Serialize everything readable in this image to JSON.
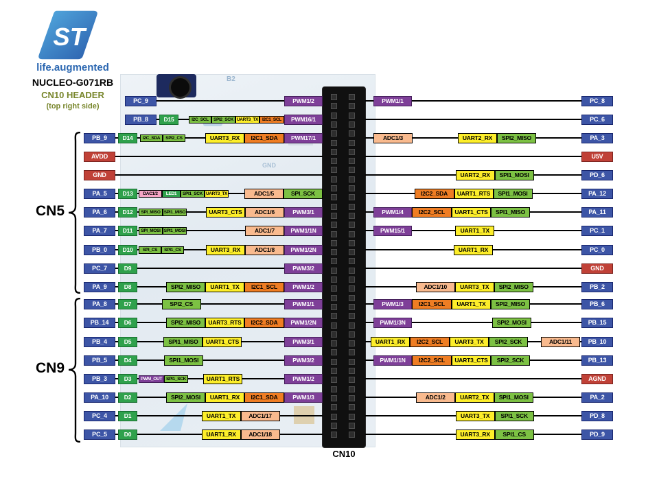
{
  "branding": {
    "st_logo": "ST",
    "tagline": "life.augmented"
  },
  "titles": {
    "board": "NUCLEO-G071RB",
    "header": "CN10 HEADER",
    "subtitle": "(top right side)"
  },
  "connectors": {
    "cn5": "CN5",
    "cn9": "CN9",
    "cn10": "CN10"
  },
  "board_silkscreen": {
    "b2": "B2",
    "gnd": "GND"
  },
  "colors": {
    "pin_blue": "#3d55a6",
    "arduino_green": "#2fa14c",
    "power_red": "#c04137",
    "pwm_purple": "#7e3f98",
    "adc_peach": "#f9ba8e",
    "uart_yellow": "#fdee2a",
    "spi_green": "#7cc143",
    "i2c_orange": "#ef7d23",
    "dac_pink": "#f7a6c6"
  },
  "rows": [
    {
      "l": [
        {
          "t": "PC_9",
          "c": "pin"
        },
        {
          "f": 1
        },
        {
          "t": "PWM1/2",
          "c": "pwm"
        }
      ],
      "r": [
        {
          "w": 12
        },
        {
          "t": "PWM1/1",
          "c": "pwm"
        },
        {
          "f": 1
        },
        {
          "t": "PC_8",
          "c": "pin"
        }
      ]
    },
    {
      "l": [
        {
          "t": "PB_8",
          "c": "pin"
        },
        {
          "w": 4
        },
        {
          "t": "D15",
          "c": "dpin"
        },
        {
          "f": 1
        },
        {
          "t": "I2C_SCL",
          "c": "spi",
          "s": 1,
          "wd": 33
        },
        {
          "t": "SPI2_SCK",
          "c": "spi",
          "s": 1,
          "wd": 35
        },
        {
          "t": "UART3_TX",
          "c": "uart",
          "s": 1,
          "wd": 35
        },
        {
          "t": "I2C1_SCL",
          "c": "i2c",
          "s": 1,
          "wd": 36
        },
        {
          "t": "PWM16/1",
          "c": "pwm"
        }
      ],
      "r": [
        {
          "f": 1
        },
        {
          "t": "PC_6",
          "c": "pin"
        }
      ]
    },
    {
      "l": [
        {
          "t": "PB_9",
          "c": "pin"
        },
        {
          "w": 4
        },
        {
          "t": "D14",
          "c": "dpin"
        },
        {
          "w": 4
        },
        {
          "t": "I2C_SDA",
          "c": "spi",
          "s": 1,
          "wd": 33
        },
        {
          "t": "SPI2_CS",
          "c": "spi",
          "s": 1,
          "wd": 33
        },
        {
          "f": 1
        },
        {
          "t": "UART3_RX",
          "c": "uart"
        },
        {
          "t": "I2C1_SDA",
          "c": "i2c"
        },
        {
          "t": "PWM17/1",
          "c": "pwm"
        }
      ],
      "r": [
        {
          "w": 12
        },
        {
          "t": "ADC1/3",
          "c": "adc"
        },
        {
          "f": 1
        },
        {
          "t": "UART2_RX",
          "c": "uart"
        },
        {
          "t": "SPI2_MISO",
          "c": "spi"
        },
        {
          "f": 1
        },
        {
          "t": "PA_3",
          "c": "pin"
        }
      ]
    },
    {
      "l": [
        {
          "t": "AVDD",
          "c": "pwr"
        },
        {
          "f": 1
        }
      ],
      "r": [
        {
          "f": 1
        },
        {
          "t": "U5V",
          "c": "pwr"
        }
      ]
    },
    {
      "l": [
        {
          "t": "GND",
          "c": "pwr"
        },
        {
          "f": 1
        }
      ],
      "r": [
        {
          "f": 1.9
        },
        {
          "t": "UART2_RX",
          "c": "uart"
        },
        {
          "t": "SPI1_MOSI",
          "c": "spi"
        },
        {
          "f": 1
        },
        {
          "t": "PD_6",
          "c": "pin"
        }
      ]
    },
    {
      "l": [
        {
          "t": "PA_5",
          "c": "pin"
        },
        {
          "w": 4
        },
        {
          "t": "D13",
          "c": "dpin"
        },
        {
          "w": 2
        },
        {
          "t": "DAC1/2",
          "c": "dac",
          "s": 1,
          "wd": 34
        },
        {
          "t": "LED1",
          "c": "led",
          "s": 1,
          "wd": 27
        },
        {
          "t": "SPI1_SCK",
          "c": "spi",
          "s": 1,
          "wd": 35
        },
        {
          "t": "UART3_TX",
          "c": "uart",
          "s": 1,
          "wd": 35
        },
        {
          "f": 1
        },
        {
          "t": "ADC1/5",
          "c": "adc"
        },
        {
          "t": "SPI_SCK",
          "c": "spi"
        }
      ],
      "r": [
        {
          "f": 1
        },
        {
          "t": "I2C2_SDA",
          "c": "i2c"
        },
        {
          "t": "UART1_RTS",
          "c": "uart"
        },
        {
          "t": "SPI1_MOSI",
          "c": "spi"
        },
        {
          "f": 1
        },
        {
          "t": "PA_12",
          "c": "pin"
        }
      ]
    },
    {
      "l": [
        {
          "t": "PA_6",
          "c": "pin"
        },
        {
          "w": 4
        },
        {
          "t": "D12",
          "c": "dpin"
        },
        {
          "w": 2
        },
        {
          "t": "SPI_MISO",
          "c": "spi",
          "s": 1,
          "wd": 35
        },
        {
          "t": "SPI1_MISO",
          "c": "spi",
          "s": 1,
          "wd": 35
        },
        {
          "f": 1
        },
        {
          "t": "UART3_CTS",
          "c": "uart"
        },
        {
          "t": "ADC1/6",
          "c": "adc"
        },
        {
          "t": "PWM3/1",
          "c": "pwm"
        }
      ],
      "r": [
        {
          "w": 12
        },
        {
          "t": "PWM1/4",
          "c": "pwm"
        },
        {
          "t": "I2C2_SCL",
          "c": "i2c"
        },
        {
          "t": "UART1_CTS",
          "c": "uart"
        },
        {
          "t": "SPI1_MISO",
          "c": "spi"
        },
        {
          "f": 1
        },
        {
          "t": "PA_11",
          "c": "pin"
        }
      ]
    },
    {
      "l": [
        {
          "t": "PA_7",
          "c": "pin"
        },
        {
          "w": 4
        },
        {
          "t": "D11",
          "c": "dpin"
        },
        {
          "w": 2
        },
        {
          "t": "SPI_MOSI",
          "c": "spi",
          "s": 1,
          "wd": 35
        },
        {
          "t": "SPI1_MOSI",
          "c": "spi",
          "s": 1,
          "wd": 35
        },
        {
          "f": 1
        },
        {
          "t": "ADC1/7",
          "c": "adc"
        },
        {
          "t": "PWM1/1N",
          "c": "pwm"
        }
      ],
      "r": [
        {
          "w": 12
        },
        {
          "t": "PWM15/1",
          "c": "pwm"
        },
        {
          "f": 1
        },
        {
          "t": "UART1_TX",
          "c": "uart"
        },
        {
          "f": 2
        },
        {
          "t": "PC_1",
          "c": "pin"
        }
      ]
    },
    {
      "l": [
        {
          "t": "PB_0",
          "c": "pin"
        },
        {
          "w": 4
        },
        {
          "t": "D10",
          "c": "dpin"
        },
        {
          "w": 2
        },
        {
          "t": "SPI_CS",
          "c": "spi",
          "s": 1,
          "wd": 33
        },
        {
          "t": "SPI1_CS",
          "c": "spi",
          "s": 1,
          "wd": 33
        },
        {
          "f": 1
        },
        {
          "t": "UART3_RX",
          "c": "uart"
        },
        {
          "t": "ADC1/8",
          "c": "adc"
        },
        {
          "t": "PWM1/2N",
          "c": "pwm"
        }
      ],
      "r": [
        {
          "f": 1
        },
        {
          "t": "UART1_RX",
          "c": "uart"
        },
        {
          "f": 1
        },
        {
          "t": "PC_0",
          "c": "pin"
        }
      ]
    },
    {
      "l": [
        {
          "t": "PC_7",
          "c": "pin"
        },
        {
          "w": 4
        },
        {
          "t": "D9",
          "c": "dpin"
        },
        {
          "f": 1
        },
        {
          "t": "PWM3/2",
          "c": "pwm"
        }
      ],
      "r": [
        {
          "f": 1
        },
        {
          "t": "GND",
          "c": "pwr"
        }
      ]
    },
    {
      "l": [
        {
          "t": "PA_9",
          "c": "pin"
        },
        {
          "w": 4
        },
        {
          "t": "D8",
          "c": "dpin"
        },
        {
          "f": 1
        },
        {
          "t": "SPI2_MISO",
          "c": "spi"
        },
        {
          "t": "UART1_TX",
          "c": "uart"
        },
        {
          "t": "I2C1_SCL",
          "c": "i2c"
        },
        {
          "t": "PWM1/2",
          "c": "pwm"
        }
      ],
      "r": [
        {
          "f": 1.05
        },
        {
          "t": "ADC1/10",
          "c": "adc"
        },
        {
          "t": "UART3_TX",
          "c": "uart"
        },
        {
          "t": "SPI2_MISO",
          "c": "spi"
        },
        {
          "f": 1
        },
        {
          "t": "PB_2",
          "c": "pin"
        }
      ]
    },
    {
      "l": [
        {
          "t": "PA_8",
          "c": "pin"
        },
        {
          "w": 4
        },
        {
          "t": "D7",
          "c": "dpin"
        },
        {
          "f": 1
        },
        {
          "t": "SPI2_CS",
          "c": "spi"
        },
        {
          "f": 3.4
        },
        {
          "t": "PWM1/1",
          "c": "pwm"
        }
      ],
      "r": [
        {
          "w": 12
        },
        {
          "t": "PWM1/3",
          "c": "pwm"
        },
        {
          "t": "I2C1_SCL",
          "c": "i2c"
        },
        {
          "t": "UART1_TX",
          "c": "uart"
        },
        {
          "t": "SPI2_MISO",
          "c": "spi"
        },
        {
          "f": 1
        },
        {
          "t": "PB_6",
          "c": "pin"
        }
      ]
    },
    {
      "l": [
        {
          "t": "PB_14",
          "c": "pin"
        },
        {
          "w": 4
        },
        {
          "t": "D6",
          "c": "dpin"
        },
        {
          "f": 1
        },
        {
          "t": "SPI2_MISO",
          "c": "spi"
        },
        {
          "t": "UART3_RTS",
          "c": "uart"
        },
        {
          "t": "I2C2_SDA",
          "c": "i2c"
        },
        {
          "t": "PWM1/2N",
          "c": "pwm"
        }
      ],
      "r": [
        {
          "w": 12
        },
        {
          "t": "PWM1/3N",
          "c": "pwm"
        },
        {
          "f": 1.6
        },
        {
          "t": "SPI2_MOSI",
          "c": "spi"
        },
        {
          "f": 1
        },
        {
          "t": "PB_15",
          "c": "pin"
        }
      ]
    },
    {
      "l": [
        {
          "t": "PB_4",
          "c": "pin"
        },
        {
          "w": 4
        },
        {
          "t": "D5",
          "c": "dpin"
        },
        {
          "f": 1
        },
        {
          "t": "SPI1_MISO",
          "c": "spi"
        },
        {
          "t": "UART1_CTS",
          "c": "uart"
        },
        {
          "f": 1.6
        },
        {
          "t": "PWM3/1",
          "c": "pwm"
        }
      ],
      "r": [
        {
          "w": 8
        },
        {
          "t": "UART1_RX",
          "c": "uart"
        },
        {
          "t": "I2C2_SCL",
          "c": "i2c"
        },
        {
          "t": "UART3_TX",
          "c": "uart"
        },
        {
          "t": "SPI2_SCK",
          "c": "spi"
        },
        {
          "f": 1
        },
        {
          "t": "ADC1/11",
          "c": "adc"
        },
        {
          "w": 2
        },
        {
          "t": "PB_10",
          "c": "pin"
        }
      ]
    },
    {
      "l": [
        {
          "t": "PB_5",
          "c": "pin"
        },
        {
          "w": 4
        },
        {
          "t": "D4",
          "c": "dpin"
        },
        {
          "f": 1
        },
        {
          "t": "SPI1_MOSI",
          "c": "spi"
        },
        {
          "f": 3
        },
        {
          "t": "PWM3/2",
          "c": "pwm"
        }
      ],
      "r": [
        {
          "w": 12
        },
        {
          "t": "PWM1/1N",
          "c": "pwm"
        },
        {
          "t": "I2C2_SCL",
          "c": "i2c"
        },
        {
          "t": "UART3_CTS",
          "c": "uart"
        },
        {
          "t": "SPI2_SCK",
          "c": "spi"
        },
        {
          "f": 1
        },
        {
          "t": "PB_13",
          "c": "pin"
        }
      ]
    },
    {
      "l": [
        {
          "t": "PB_3",
          "c": "pin"
        },
        {
          "w": 4
        },
        {
          "t": "D3",
          "c": "dpin"
        },
        {
          "w": 2
        },
        {
          "t": "PWM_OUT",
          "c": "pwm",
          "s": 1,
          "wd": 37
        },
        {
          "t": "SPI1_SCK",
          "c": "spi",
          "s": 1,
          "wd": 35
        },
        {
          "f": 1
        },
        {
          "t": "UART1_RTS",
          "c": "uart"
        },
        {
          "f": 2.7
        },
        {
          "t": "PWM1/2",
          "c": "pwm"
        }
      ],
      "r": [
        {
          "f": 1
        },
        {
          "t": "AGND",
          "c": "pwr"
        }
      ]
    },
    {
      "l": [
        {
          "t": "PA_10",
          "c": "pin"
        },
        {
          "w": 4
        },
        {
          "t": "D2",
          "c": "dpin"
        },
        {
          "f": 1
        },
        {
          "t": "SPI2_MOSI",
          "c": "spi"
        },
        {
          "t": "UART1_RX",
          "c": "uart"
        },
        {
          "t": "I2C1_SDA",
          "c": "i2c"
        },
        {
          "t": "PWM1/3",
          "c": "pwm"
        }
      ],
      "r": [
        {
          "f": 1.05
        },
        {
          "t": "ADC1/2",
          "c": "adc"
        },
        {
          "t": "UART2_TX",
          "c": "uart"
        },
        {
          "t": "SPI1_MOSI",
          "c": "spi"
        },
        {
          "f": 1
        },
        {
          "t": "PA_2",
          "c": "pin"
        }
      ]
    },
    {
      "l": [
        {
          "t": "PC_4",
          "c": "pin"
        },
        {
          "w": 4
        },
        {
          "t": "D1",
          "c": "dpin"
        },
        {
          "f": 1.5
        },
        {
          "t": "UART1_TX",
          "c": "uart"
        },
        {
          "t": "ADC1/17",
          "c": "adc"
        },
        {
          "f": 1
        }
      ],
      "r": [
        {
          "f": 1.9
        },
        {
          "t": "UART3_TX",
          "c": "uart"
        },
        {
          "t": "SPI1_SCK",
          "c": "spi"
        },
        {
          "f": 1
        },
        {
          "t": "PD_8",
          "c": "pin"
        }
      ]
    },
    {
      "l": [
        {
          "t": "PC_5",
          "c": "pin"
        },
        {
          "w": 4
        },
        {
          "t": "D0",
          "c": "dpin"
        },
        {
          "f": 1.5
        },
        {
          "t": "UART1_RX",
          "c": "uart"
        },
        {
          "t": "ADC1/18",
          "c": "adc"
        },
        {
          "f": 1
        }
      ],
      "r": [
        {
          "f": 1.9
        },
        {
          "t": "UART3_RX",
          "c": "uart"
        },
        {
          "t": "SPI1_CS",
          "c": "spi"
        },
        {
          "f": 1
        },
        {
          "t": "PD_9",
          "c": "pin"
        }
      ]
    }
  ]
}
